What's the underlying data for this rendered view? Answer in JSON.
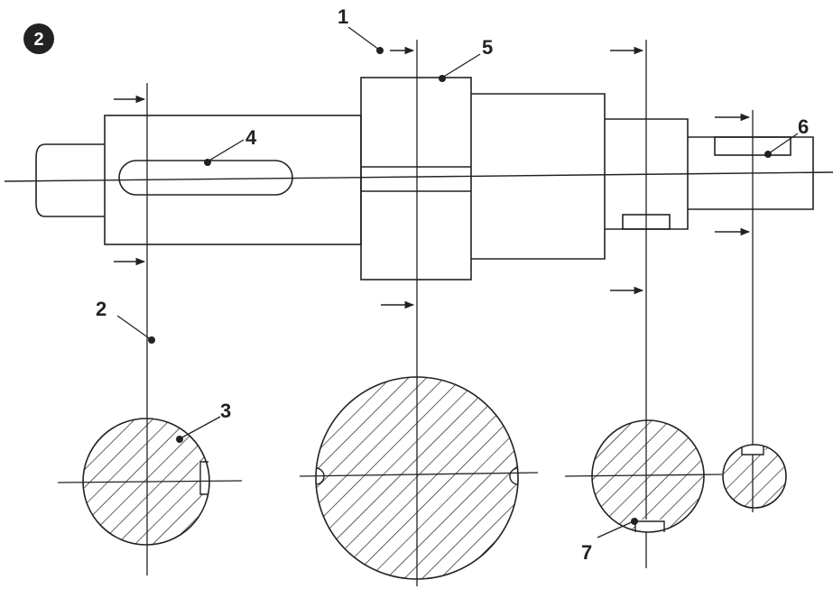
{
  "figure_badge": "2",
  "callouts": [
    {
      "id": "callout-1",
      "label": "1"
    },
    {
      "id": "callout-2",
      "label": "2"
    },
    {
      "id": "callout-3",
      "label": "3"
    },
    {
      "id": "callout-4",
      "label": "4"
    },
    {
      "id": "callout-5",
      "label": "5"
    },
    {
      "id": "callout-6",
      "label": "6"
    },
    {
      "id": "callout-7",
      "label": "7"
    }
  ],
  "colors": {
    "ink": "#222222",
    "paper": "#ffffff"
  }
}
